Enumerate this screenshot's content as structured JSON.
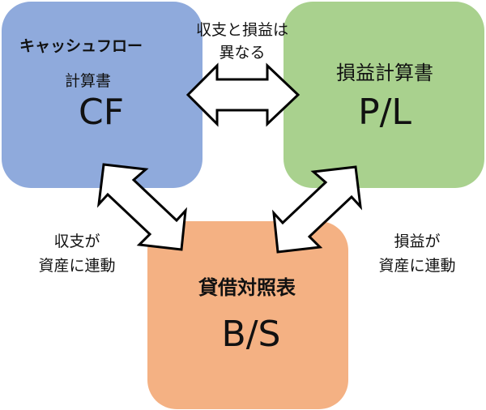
{
  "nodes": {
    "cf": {
      "title_line1": "キャッシュフロー",
      "title_line2": "計算書",
      "abbr": "CF",
      "color": "#8faadc"
    },
    "pl": {
      "title": "損益計算書",
      "abbr": "P/L",
      "color": "#a9d18e"
    },
    "bs": {
      "title": "貸借対照表",
      "abbr": "B/S",
      "color": "#f4b183"
    }
  },
  "edges": {
    "cf_pl": {
      "label_line1": "収支と損益は",
      "label_line2": "異なる"
    },
    "cf_bs": {
      "label_line1": "収支が",
      "label_line2": "資産に連動"
    },
    "pl_bs": {
      "label_line1": "損益が",
      "label_line2": "資産に連動"
    }
  }
}
